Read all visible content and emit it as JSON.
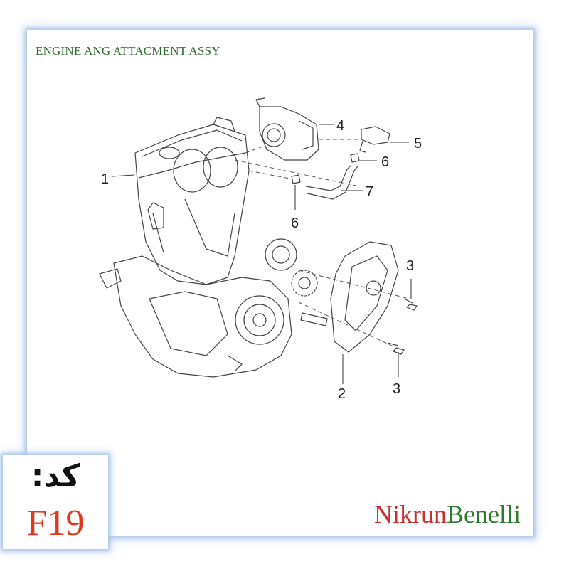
{
  "header": {
    "title": "ENGINE ANG ATTACMENT ASSY"
  },
  "callouts": [
    {
      "id": "c1",
      "label": "1"
    },
    {
      "id": "c2",
      "label": "2"
    },
    {
      "id": "c3a",
      "label": "3"
    },
    {
      "id": "c3b",
      "label": "3"
    },
    {
      "id": "c4",
      "label": "4"
    },
    {
      "id": "c5",
      "label": "5"
    },
    {
      "id": "c6a",
      "label": "6"
    },
    {
      "id": "c6b",
      "label": "6"
    },
    {
      "id": "c7",
      "label": "7"
    }
  ],
  "code_box": {
    "label": "کد:",
    "value": "F19"
  },
  "brand": {
    "part1": "Nikrun",
    "part2": "Benelli"
  },
  "colors": {
    "title": "#2f6b2f",
    "code_value": "#e03a1e",
    "brand_red": "#c8302a",
    "brand_green": "#2f7a2f",
    "frame_glow": "#9fb8e6"
  }
}
